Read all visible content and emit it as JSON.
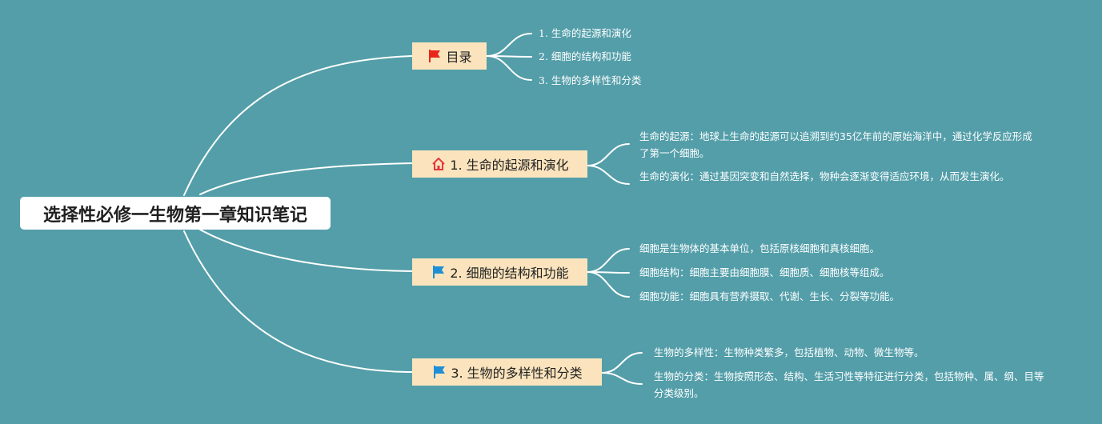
{
  "root": {
    "title": "选择性必修一生物第一章知识笔记"
  },
  "branches": [
    {
      "label": "目录",
      "icon": "red-flag-icon",
      "leaves": [
        "1. 生命的起源和演化",
        "2. 细胞的结构和功能",
        "3. 生物的多样性和分类"
      ]
    },
    {
      "label": "1. 生命的起源和演化",
      "icon": "house-icon",
      "leaves": [
        "生命的起源：地球上生命的起源可以追溯到约35亿年前的原始海洋中，通过化学反应形成了第一个细胞。",
        "生命的演化：通过基因突变和自然选择，物种会逐渐变得适应环境，从而发生演化。"
      ]
    },
    {
      "label": "2. 细胞的结构和功能",
      "icon": "blue-flag-icon",
      "leaves": [
        "细胞是生物体的基本单位，包括原核细胞和真核细胞。",
        "细胞结构：细胞主要由细胞膜、细胞质、细胞核等组成。",
        "细胞功能：细胞具有营养摄取、代谢、生长、分裂等功能。"
      ]
    },
    {
      "label": "3. 生物的多样性和分类",
      "icon": "blue-flag-icon",
      "leaves": [
        "生物的多样性：生物种类繁多，包括植物、动物、微生物等。",
        "生物的分类：生物按照形态、结构、生活习性等特征进行分类，包括物种、属、纲、目等分类级别。"
      ]
    }
  ],
  "colors": {
    "background": "#539ea9",
    "branch_fill": "#fbe4bd",
    "red_flag": "#e8261c",
    "blue_flag": "#1e8fd6",
    "house": "#e0393e"
  }
}
